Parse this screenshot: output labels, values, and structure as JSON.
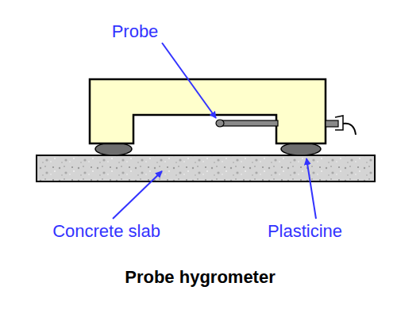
{
  "diagram": {
    "caption": "Probe hygrometer",
    "labels": [
      "Probe",
      "Concrete slab",
      "Plasticine"
    ]
  }
}
